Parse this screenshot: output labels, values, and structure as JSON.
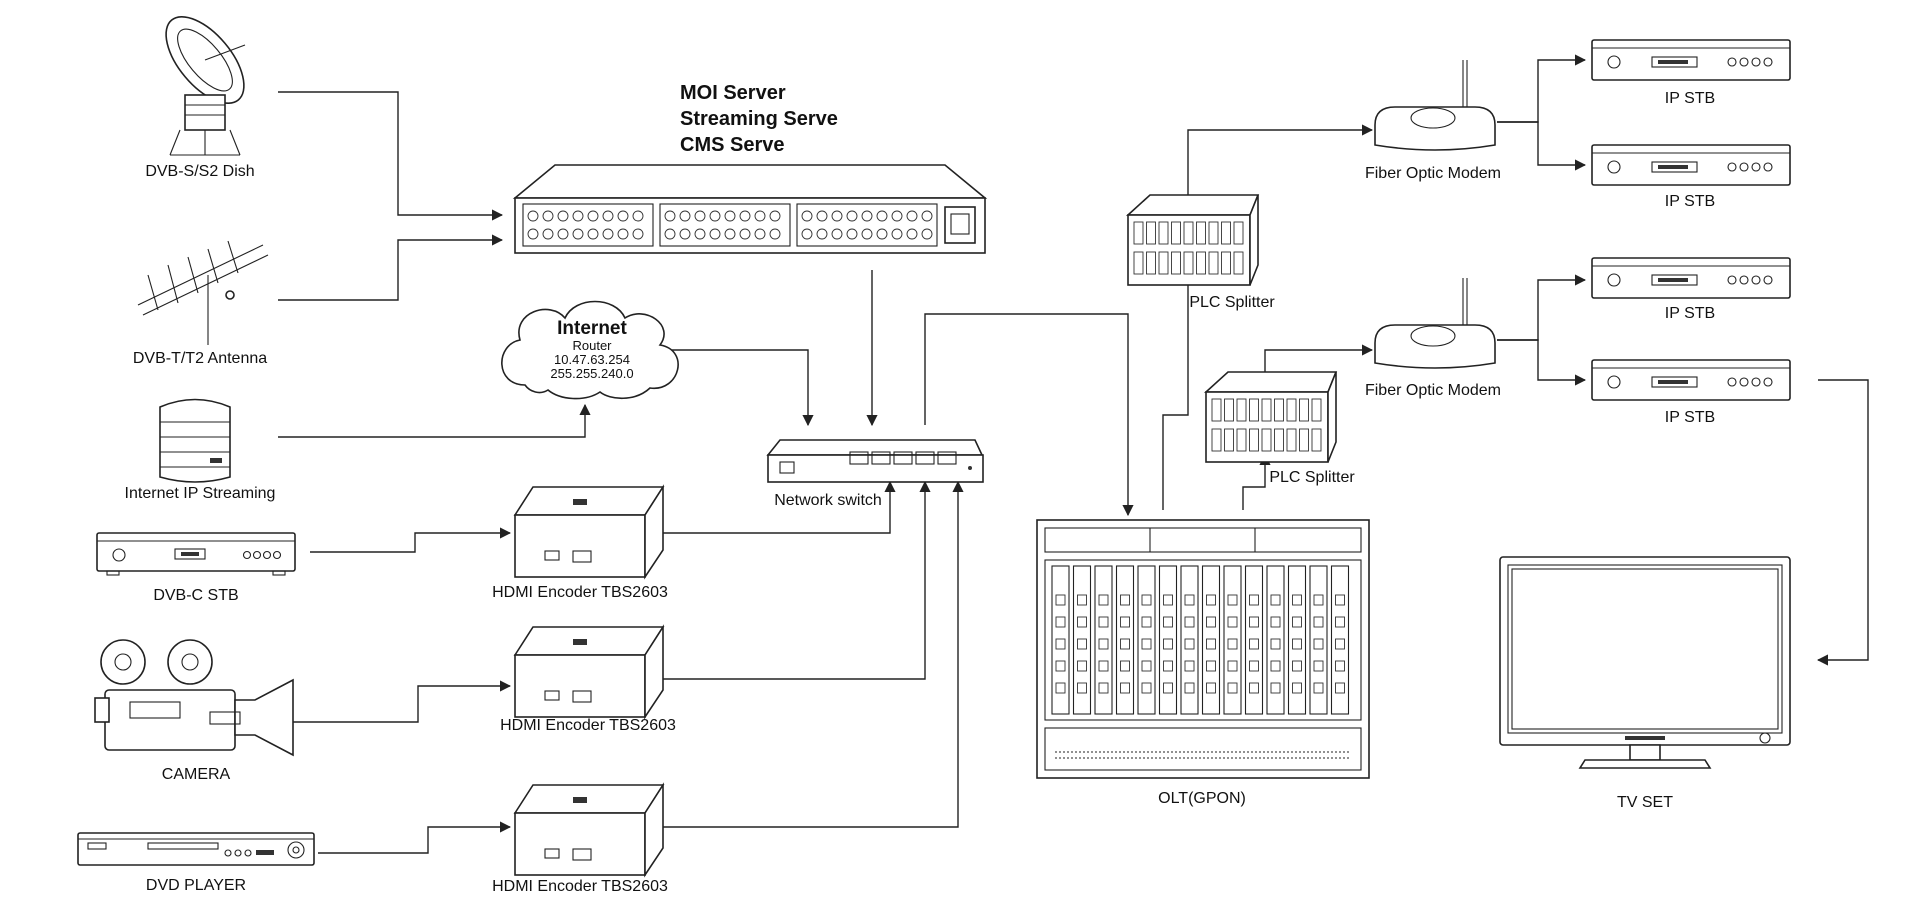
{
  "server": {
    "line1": "MOI Server",
    "line2": "Streaming Serve",
    "line3": "CMS Serve"
  },
  "internet": {
    "title": "Internet",
    "line1": "Router",
    "line2": "10.47.63.254",
    "line3": "255.255.240.0"
  },
  "labels": {
    "dish": "DVB-S/S2 Dish",
    "antenna": "DVB-T/T2 Antenna",
    "ip_streaming": "Internet IP Streaming",
    "dvbc_stb": "DVB-C STB",
    "camera": "CAMERA",
    "dvd": "DVD PLAYER",
    "encoder1": "HDMI Encoder TBS2603",
    "encoder2": "HDMI Encoder TBS2603",
    "encoder3": "HDMI Encoder TBS2603",
    "switch": "Network switch",
    "olt": "OLT(GPON)",
    "plc1": "PLC Splitter",
    "plc2": "PLC Splitter",
    "modem1": "Fiber Optic Modem",
    "modem2": "Fiber Optic Modem",
    "stb1": "IP STB",
    "stb2": "IP STB",
    "stb3": "IP STB",
    "stb4": "IP STB",
    "tv": "TV SET"
  },
  "icons": {
    "dish": "satellite-dish-icon",
    "antenna": "antenna-icon",
    "server": "rack-server-icon",
    "cloud": "cloud-icon",
    "switch": "network-switch-icon",
    "encoder": "hdmi-encoder-icon",
    "olt": "olt-chassis-icon",
    "splitter": "plc-splitter-icon",
    "modem": "fiber-modem-icon",
    "stb": "set-top-box-icon",
    "tv": "tv-icon",
    "camera": "film-camera-icon",
    "dvd": "dvd-player-icon"
  },
  "colors": {
    "line": "#222222",
    "background": "#ffffff"
  }
}
